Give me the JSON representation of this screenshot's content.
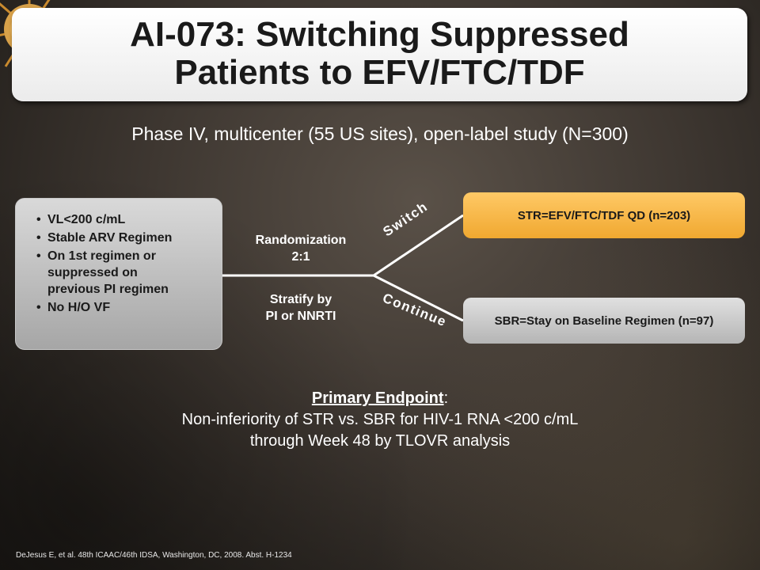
{
  "slide": {
    "title_line1": "AI-073: Switching Suppressed",
    "title_line2": "Patients to EFV/FTC/TDF",
    "subtitle": "Phase IV, multicenter (55 US sites), open-label study (N=300)"
  },
  "criteria": {
    "items": [
      "VL<200 c/mL",
      "Stable ARV Regimen",
      "On 1st regimen or\nsuppressed on\nprevious PI regimen",
      "No H/O VF"
    ]
  },
  "randomization": {
    "label": "Randomization\n2:1",
    "stratify": "Stratify by\nPI or NNRTI"
  },
  "arms": {
    "switch_label": "Switch",
    "continue_label": "Continue",
    "str_box": "STR=EFV/FTC/TDF QD (n=203)",
    "sbr_box": "SBR=Stay on Baseline Regimen (n=97)"
  },
  "endpoint": {
    "heading": "Primary Endpoint",
    "colon": ":",
    "line1": "Non-inferiority of STR vs. SBR for HIV-1 RNA <200 c/mL",
    "line2": "through Week 48 by TLOVR analysis"
  },
  "footnote": "DeJesus E, et al. 48th ICAAC/46th IDSA, Washington, DC,  2008. Abst. H-1234",
  "colors": {
    "str_box": "#f5b041",
    "sbr_box": "#c9c9c9",
    "criteria_box": "#bfbfbf",
    "title_box": "#ffffff"
  }
}
